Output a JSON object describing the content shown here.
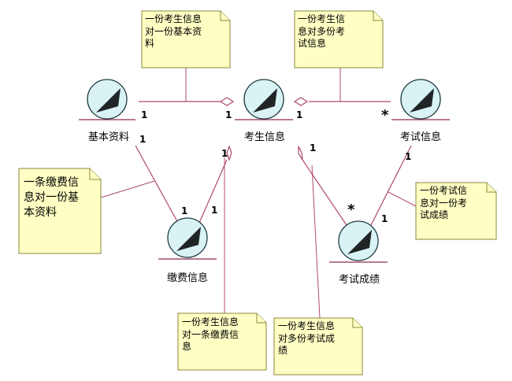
{
  "entities": [
    {
      "id": "basic",
      "label": "基本资料"
    },
    {
      "id": "student",
      "label": "考生信息"
    },
    {
      "id": "exam",
      "label": "考试信息"
    },
    {
      "id": "payment",
      "label": "缴费信息"
    },
    {
      "id": "score",
      "label": "考试成绩"
    }
  ],
  "multiplicities": {
    "basic_student_left": "1",
    "basic_student_right": "1",
    "student_exam_left": "1",
    "student_exam_right": "*",
    "basic_payment_top": "1",
    "basic_payment_bottom": "1",
    "student_payment_top": "1",
    "student_payment_bottom": "1",
    "student_score_top": "1",
    "student_score_bottom": "*",
    "exam_score_top": "1",
    "exam_score_bottom": "1"
  },
  "notes": {
    "n1": [
      "一份考生信息",
      "对一份基本资",
      "料"
    ],
    "n2": [
      "一份考生信",
      "息对多份考",
      "试信息"
    ],
    "n3": [
      "一条缴费信",
      "息对一份基",
      "本资料"
    ],
    "n4": [
      "一份考试信",
      "息对一份考",
      "试成绩"
    ],
    "n5": [
      "一份考生信息",
      "对一条缴费信",
      "息"
    ],
    "n6": [
      "一份考生信息",
      "对多份考试成",
      "绩"
    ]
  },
  "colors": {
    "line": "#b04a6a",
    "note_fill": "#ffffc4",
    "entity_fill": "#d9f3f5"
  }
}
